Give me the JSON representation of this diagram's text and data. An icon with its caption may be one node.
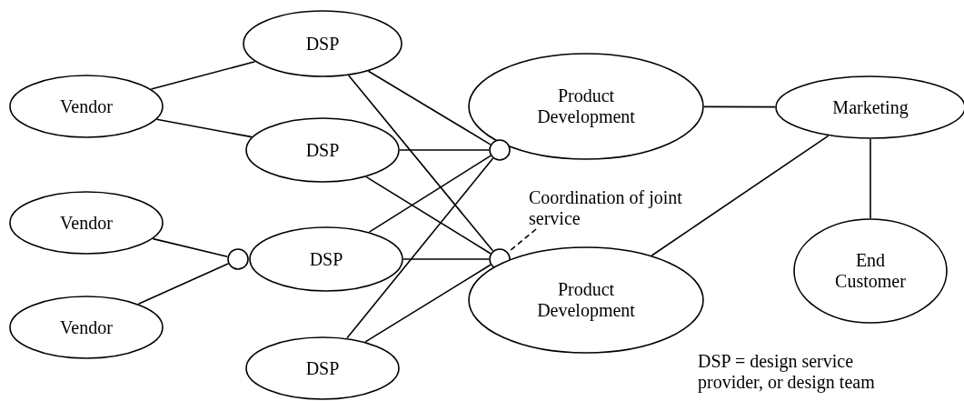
{
  "diagram": {
    "nodes": [
      {
        "text": [
          "Vendor"
        ]
      },
      {
        "text": [
          "DSP"
        ]
      },
      {
        "text": [
          "DSP"
        ]
      },
      {
        "text": [
          "Vendor"
        ]
      },
      {
        "text": [],
        "shape": "circle"
      },
      {
        "text": [
          "DSP"
        ]
      },
      {
        "text": [
          "Vendor"
        ]
      },
      {
        "text": [
          "DSP"
        ]
      },
      {
        "text": [
          "Product Development"
        ]
      },
      {
        "text": [],
        "shape": "circle"
      },
      {
        "text": [
          "Coordination of joint service"
        ]
      },
      {
        "text": [],
        "shape": "circle"
      },
      {
        "text": [
          "Product Development"
        ]
      },
      {
        "text": [
          "Marketing"
        ]
      },
      {
        "text": [
          "End Customer"
        ]
      }
    ],
    "edges": [
      {
        "from": 0,
        "to": 1,
        "arrow": "none"
      },
      {
        "from": 0,
        "to": 2,
        "arrow": "none"
      },
      {
        "from": 3,
        "to": 4,
        "arrow": "none"
      },
      {
        "from": 6,
        "to": 4,
        "arrow": "none"
      },
      {
        "from": 1,
        "to": 9,
        "arrow": "none"
      },
      {
        "from": 1,
        "to": 11,
        "arrow": "none"
      },
      {
        "from": 2,
        "to": 9,
        "arrow": "none"
      },
      {
        "from": 2,
        "to": 11,
        "arrow": "none"
      },
      {
        "from": 5,
        "to": 9,
        "arrow": "none"
      },
      {
        "from": 5,
        "to": 11,
        "arrow": "none"
      },
      {
        "from": 7,
        "to": 9,
        "arrow": "none"
      },
      {
        "from": 7,
        "to": 11,
        "arrow": "none"
      },
      {
        "from": 8,
        "to": 13,
        "arrow": "none"
      },
      {
        "from": 12,
        "to": 13,
        "arrow": "none"
      },
      {
        "from": 13,
        "to": 14,
        "arrow": "none"
      },
      {
        "from": 10,
        "to": 11,
        "arrow": "none",
        "style": "dashed"
      }
    ],
    "labels": [
      "DSP = design service provider, or design team"
    ]
  }
}
